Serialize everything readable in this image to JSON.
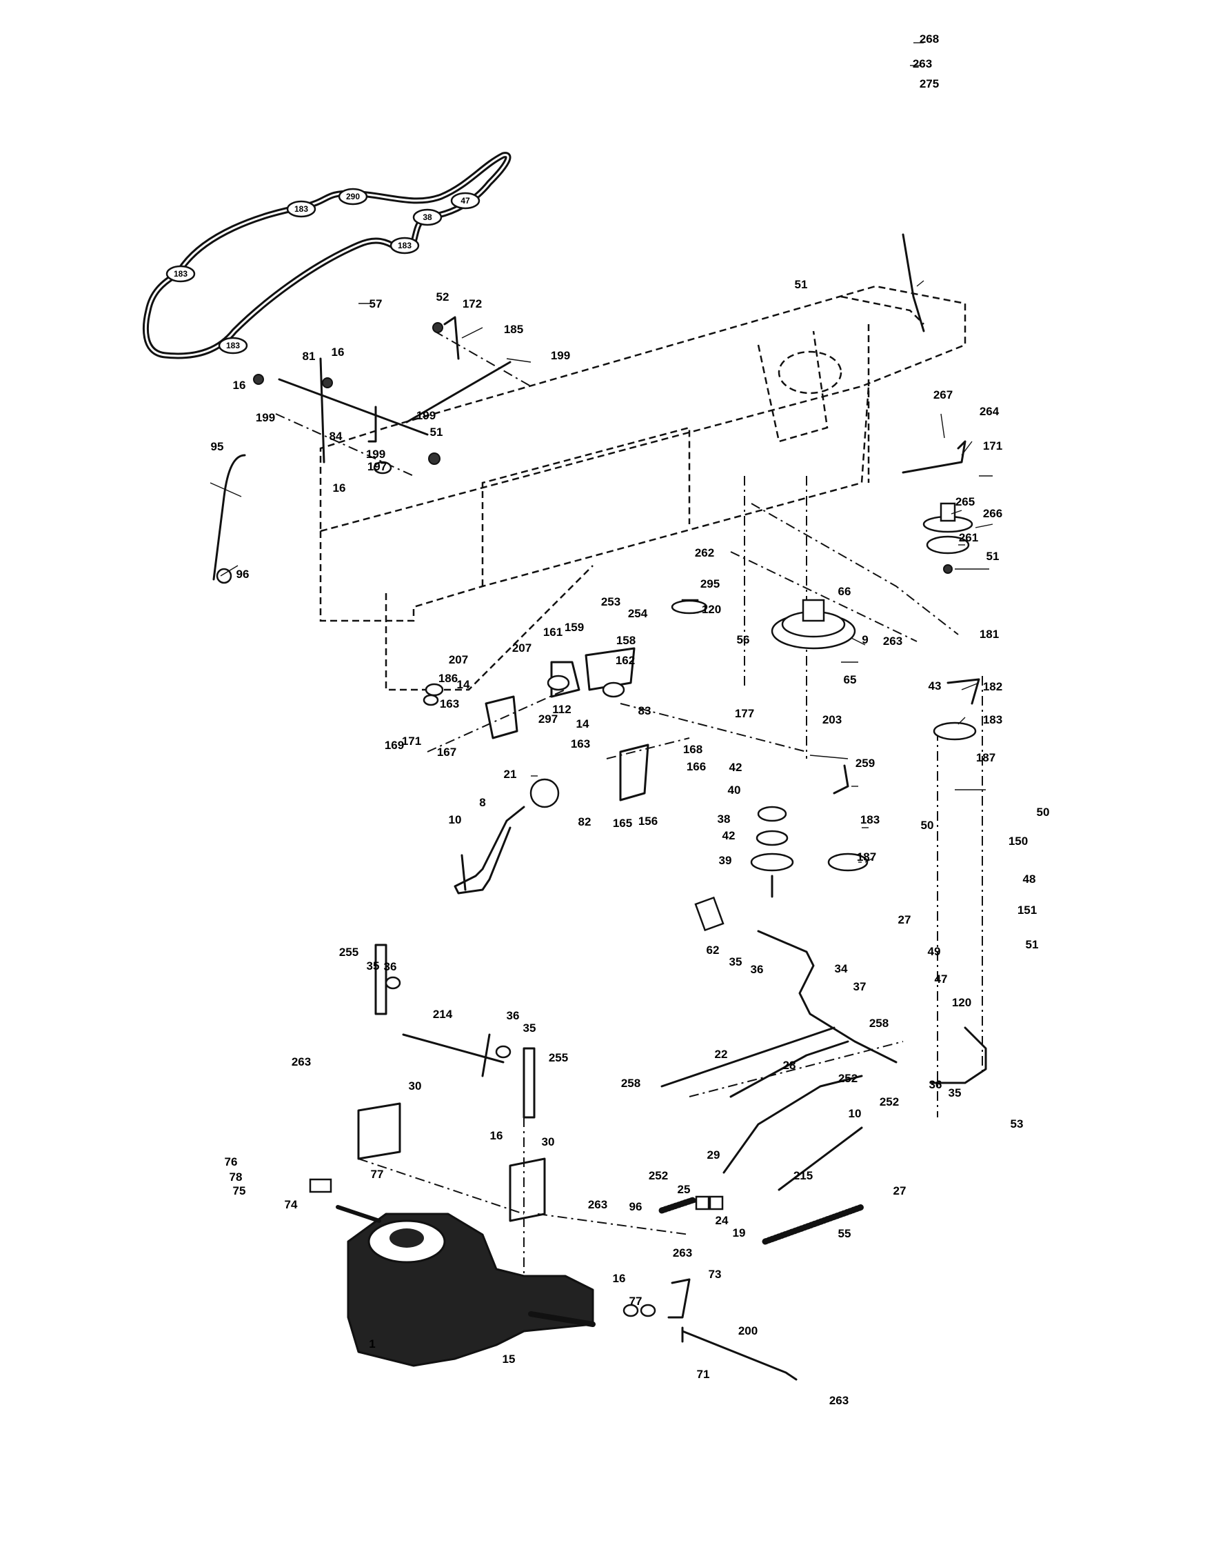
{
  "colors": {
    "ink": "#111111",
    "paper": "#ffffff"
  },
  "belt": {
    "pulley_labels": [
      "183",
      "183",
      "183",
      "183",
      "290",
      "38",
      "47"
    ],
    "belt_label": "57"
  },
  "parts": [
    {
      "label": "268"
    },
    {
      "label": "263"
    },
    {
      "label": "275"
    },
    {
      "label": "51"
    },
    {
      "label": "52"
    },
    {
      "label": "172"
    },
    {
      "label": "185"
    },
    {
      "label": "199"
    },
    {
      "label": "81"
    },
    {
      "label": "16"
    },
    {
      "label": "16"
    },
    {
      "label": "199"
    },
    {
      "label": "84"
    },
    {
      "label": "199"
    },
    {
      "label": "51"
    },
    {
      "label": "199"
    },
    {
      "label": "197"
    },
    {
      "label": "16"
    },
    {
      "label": "95"
    },
    {
      "label": "96"
    },
    {
      "label": "267"
    },
    {
      "label": "264"
    },
    {
      "label": "171"
    },
    {
      "label": "265"
    },
    {
      "label": "266"
    },
    {
      "label": "261"
    },
    {
      "label": "51"
    },
    {
      "label": "262"
    },
    {
      "label": "295"
    },
    {
      "label": "120"
    },
    {
      "label": "66"
    },
    {
      "label": "253"
    },
    {
      "label": "254"
    },
    {
      "label": "56"
    },
    {
      "label": "9"
    },
    {
      "label": "263"
    },
    {
      "label": "181"
    },
    {
      "label": "65"
    },
    {
      "label": "43"
    },
    {
      "label": "182"
    },
    {
      "label": "183"
    },
    {
      "label": "187"
    },
    {
      "label": "161"
    },
    {
      "label": "159"
    },
    {
      "label": "158"
    },
    {
      "label": "207"
    },
    {
      "label": "162"
    },
    {
      "label": "207"
    },
    {
      "label": "186"
    },
    {
      "label": "14"
    },
    {
      "label": "112"
    },
    {
      "label": "14"
    },
    {
      "label": "83"
    },
    {
      "label": "163"
    },
    {
      "label": "163"
    },
    {
      "label": "297"
    },
    {
      "label": "169"
    },
    {
      "label": "171"
    },
    {
      "label": "167"
    },
    {
      "label": "177"
    },
    {
      "label": "203"
    },
    {
      "label": "259"
    },
    {
      "label": "168"
    },
    {
      "label": "166"
    },
    {
      "label": "42"
    },
    {
      "label": "40"
    },
    {
      "label": "38"
    },
    {
      "label": "42"
    },
    {
      "label": "39"
    },
    {
      "label": "183"
    },
    {
      "label": "187"
    },
    {
      "label": "21"
    },
    {
      "label": "82"
    },
    {
      "label": "165"
    },
    {
      "label": "156"
    },
    {
      "label": "8"
    },
    {
      "label": "10"
    },
    {
      "label": "50"
    },
    {
      "label": "50"
    },
    {
      "label": "150"
    },
    {
      "label": "48"
    },
    {
      "label": "27"
    },
    {
      "label": "151"
    },
    {
      "label": "62"
    },
    {
      "label": "35"
    },
    {
      "label": "36"
    },
    {
      "label": "34"
    },
    {
      "label": "49"
    },
    {
      "label": "47"
    },
    {
      "label": "51"
    },
    {
      "label": "37"
    },
    {
      "label": "120"
    },
    {
      "label": "255"
    },
    {
      "label": "35"
    },
    {
      "label": "36"
    },
    {
      "label": "214"
    },
    {
      "label": "36"
    },
    {
      "label": "35"
    },
    {
      "label": "255"
    },
    {
      "label": "258"
    },
    {
      "label": "22"
    },
    {
      "label": "28"
    },
    {
      "label": "252"
    },
    {
      "label": "36"
    },
    {
      "label": "35"
    },
    {
      "label": "263"
    },
    {
      "label": "30"
    },
    {
      "label": "258"
    },
    {
      "label": "10"
    },
    {
      "label": "252"
    },
    {
      "label": "53"
    },
    {
      "label": "29"
    },
    {
      "label": "16"
    },
    {
      "label": "30"
    },
    {
      "label": "76"
    },
    {
      "label": "78"
    },
    {
      "label": "75"
    },
    {
      "label": "77"
    },
    {
      "label": "74"
    },
    {
      "label": "215"
    },
    {
      "label": "27"
    },
    {
      "label": "263"
    },
    {
      "label": "252"
    },
    {
      "label": "25"
    },
    {
      "label": "96"
    },
    {
      "label": "24"
    },
    {
      "label": "19"
    },
    {
      "label": "55"
    },
    {
      "label": "263"
    },
    {
      "label": "73"
    },
    {
      "label": "16"
    },
    {
      "label": "77"
    },
    {
      "label": "200"
    },
    {
      "label": "1"
    },
    {
      "label": "15"
    },
    {
      "label": "71"
    },
    {
      "label": "263"
    }
  ]
}
